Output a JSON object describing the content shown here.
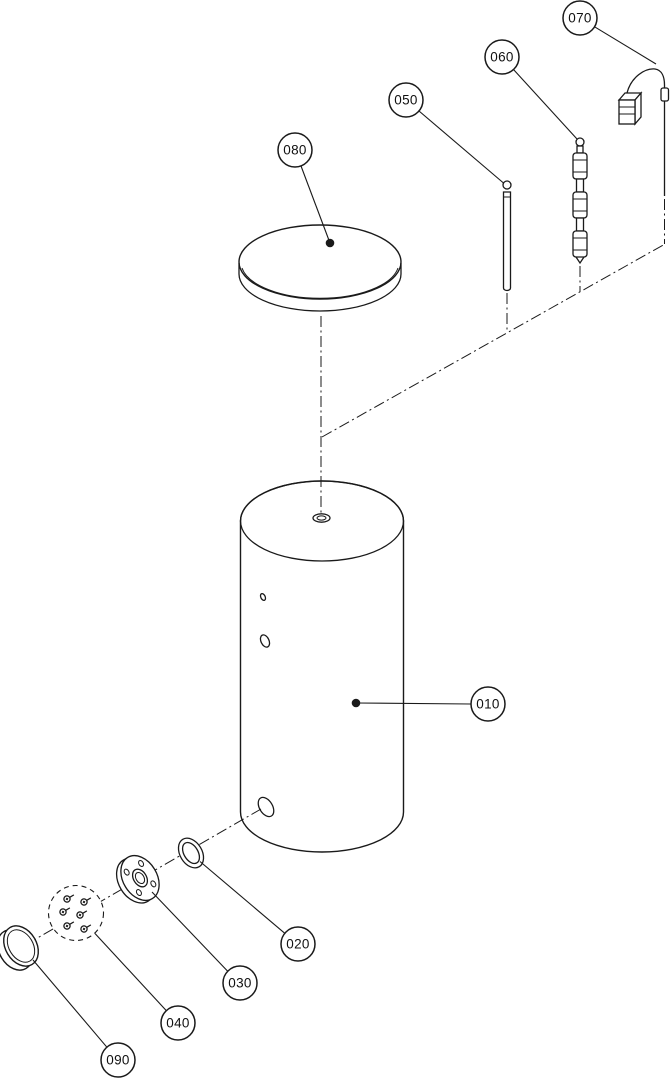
{
  "diagram": {
    "colors": {
      "line": "#1a1a1a",
      "background": "#ffffff"
    },
    "callouts": [
      {
        "label": "010"
      },
      {
        "label": "020"
      },
      {
        "label": "030"
      },
      {
        "label": "040"
      },
      {
        "label": "050"
      },
      {
        "label": "060"
      },
      {
        "label": "070"
      },
      {
        "label": "080"
      },
      {
        "label": "090"
      }
    ]
  }
}
